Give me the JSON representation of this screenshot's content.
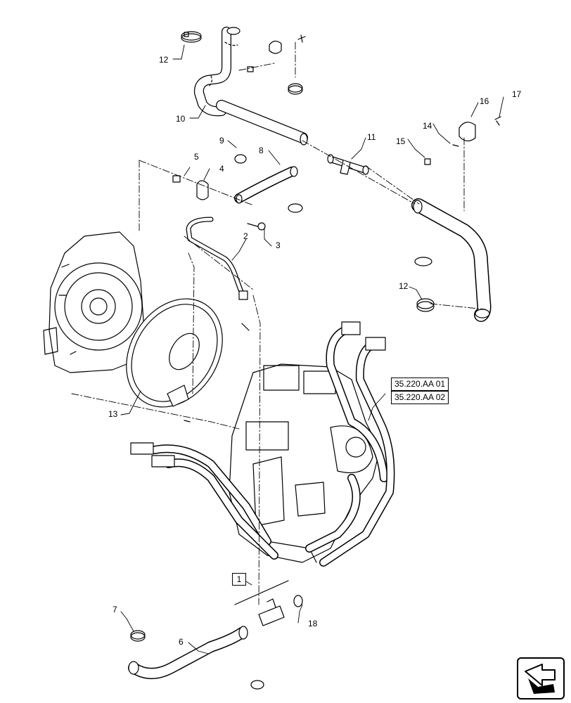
{
  "callouts": {
    "c1": "1",
    "c2": "2",
    "c3": "3",
    "c4": "4",
    "c5": "5",
    "c6": "6",
    "c7": "7",
    "c8": "8",
    "c9": "9",
    "c10": "10",
    "c11": "11",
    "c12a": "12",
    "c12b": "12",
    "c13": "13",
    "c14": "14",
    "c15": "15",
    "c16": "16",
    "c17": "17",
    "c18": "18"
  },
  "references": {
    "ref1": "35.220.AA 01",
    "ref2": "35.220.AA 02"
  },
  "icons": {
    "nav": "next-page-arrow-icon"
  }
}
